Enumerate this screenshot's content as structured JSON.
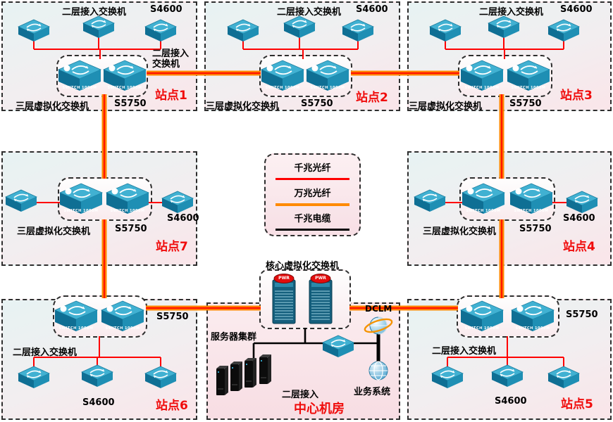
{
  "legend": {
    "items": [
      {
        "label": "千兆光纤",
        "color": "#ff0000"
      },
      {
        "label": "万兆光纤",
        "color": "#ff8a00"
      },
      {
        "label": "千兆电缆",
        "color": "#000000"
      }
    ]
  },
  "sites": {
    "site1": {
      "name": "站点1",
      "access_title": "二层接入交换机",
      "access_model": "S4600",
      "mid_label": "二层接入交换机",
      "virt_label": "三层虚拟化交换机",
      "virt_model": "S5750"
    },
    "site2": {
      "name": "站点2",
      "access_title": "二层接入交换机",
      "access_model": "S4600",
      "virt_label": "三层虚拟化交换机",
      "virt_model": "S5750"
    },
    "site3": {
      "name": "站点3",
      "access_title": "二层接入交换机",
      "access_model": "S4600",
      "virt_label": "三层虚拟化交换机",
      "virt_model": "S5750"
    },
    "site4": {
      "name": "站点4",
      "virt_label": "三层虚拟化交换机",
      "virt_model": "S5750",
      "access_model": "S4600"
    },
    "site5": {
      "name": "站点5",
      "virt_model": "S5750",
      "access_title": "二层接入交换机",
      "access_model": "S4600"
    },
    "site6": {
      "name": "站点6",
      "virt_model": "S5750",
      "access_title": "二层接入交换机",
      "access_model": "S4600"
    },
    "site7": {
      "name": "站点7",
      "virt_label": "三层虚拟化交换机",
      "virt_model": "S5750",
      "access_model": "S4600"
    }
  },
  "datacenter": {
    "name": "中心机房",
    "core_label": "核心虚拟化交换机",
    "server_cluster_label": "服务器集群",
    "dclm_label": "DCLM",
    "access_label": "二层接入",
    "business_label": "业务系统",
    "pwr_label": "PWR"
  },
  "icons": {
    "switch_label": "SWITCH 1000M"
  }
}
